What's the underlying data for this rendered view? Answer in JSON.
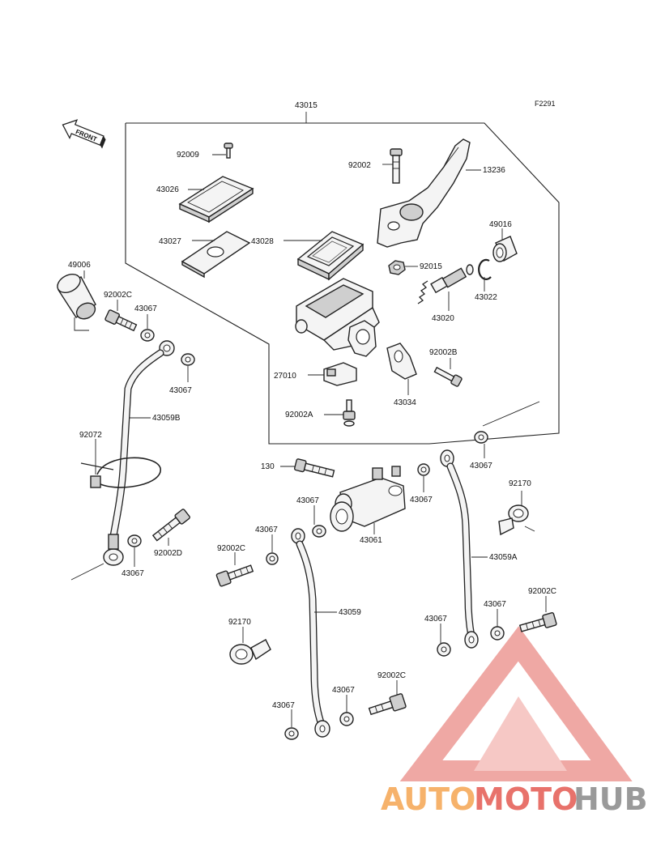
{
  "figure_code": "F2291",
  "assembly_label": "43015",
  "front_label": "FRONT",
  "labels": {
    "l13236": "13236",
    "l92002_top": "92002",
    "l92009": "92009",
    "l43026": "43026",
    "l43027": "43027",
    "l43028": "43028",
    "l92015": "92015",
    "l49016": "49016",
    "l43022": "43022",
    "l43020": "43020",
    "l92002B": "92002B",
    "l27010": "27010",
    "l43034": "43034",
    "l92002A": "92002A",
    "l49006": "49006",
    "l92002C_top": "92002C",
    "l43067_a": "43067",
    "l43067_b": "43067",
    "l43059B": "43059B",
    "l92072": "92072",
    "l92002D": "92002D",
    "l43067_c": "43067",
    "l130": "130",
    "l43067_d": "43067",
    "l43067_e": "43067",
    "l43061": "43061",
    "l43067_f": "43067",
    "l43067_g": "43067",
    "l92170_r": "92170",
    "l43059A": "43059A",
    "l92002C_mid": "92002C",
    "l43059": "43059",
    "l92170_l": "92170",
    "l92002C_r": "92002C",
    "l43067_h": "43067",
    "l43067_i": "43067",
    "l43067_j": "43067",
    "l43067_k": "43067",
    "l92002C_bot": "92002C"
  },
  "watermark": {
    "part1": "AUTO",
    "part2": "MOTO",
    "part3": "HUB",
    "color_orange": "#f6b26b",
    "color_red": "#e8726b",
    "color_gray": "#9a9a9a"
  }
}
